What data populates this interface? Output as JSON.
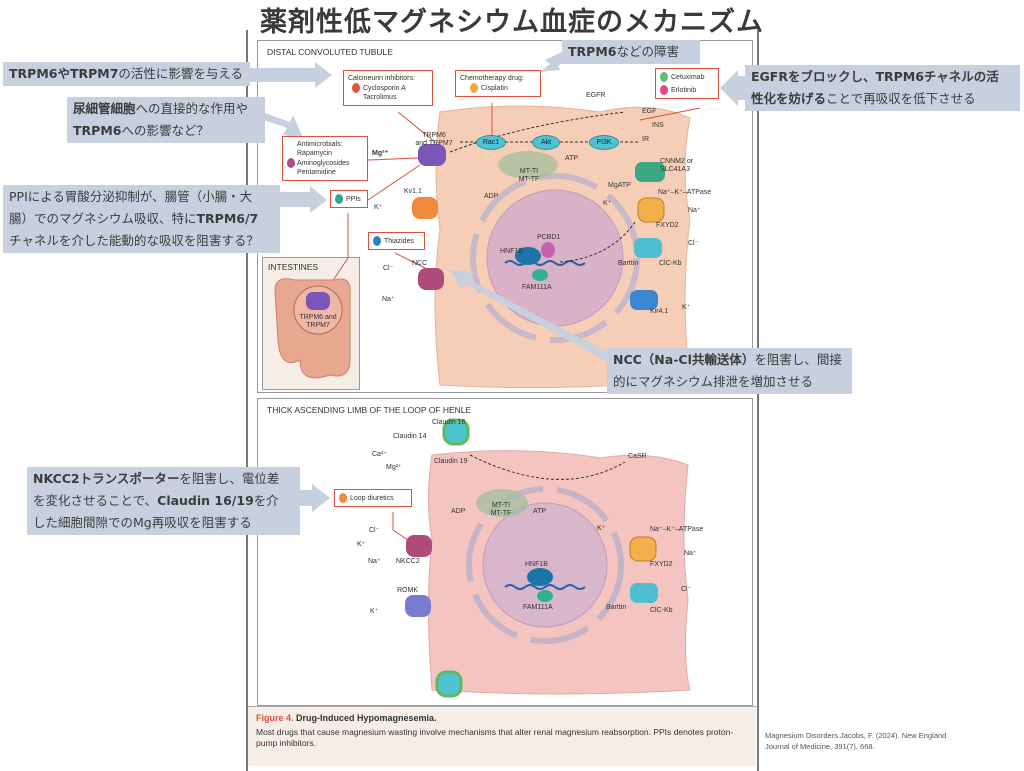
{
  "title": "薬剤性低マグネシウム血症のメカニズム",
  "callouts": {
    "trpm_activity": [
      {
        "t": "TRPM6やTRPM7",
        "b": true
      },
      {
        "t": "の活性に影響を与える",
        "b": false
      }
    ],
    "tubule_direct": [
      {
        "t": "尿細管細胞",
        "b": true
      },
      {
        "t": "への直接的な作用や",
        "b": false
      },
      {
        "t": "TRPM6",
        "b": true
      },
      {
        "t": "への影響など？",
        "b": false
      }
    ],
    "ppi": [
      {
        "t": "PPIによる胃酸分泌抑制が、腸管（小腸・大",
        "b": false
      },
      {
        "t": "腸）でのマグネシウム吸収、特に",
        "b": false
      },
      {
        "t": "TRPM6/7",
        "b": true
      },
      {
        "t": "チャネルを介した能動的な吸収を阻害する？",
        "b": false
      }
    ],
    "trpm6_damage": [
      {
        "t": "TRPM6",
        "b": true
      },
      {
        "t": "などの障害",
        "b": false
      }
    ],
    "egfr": [
      {
        "t": "EGFRをブロックし、TRPM6チャネルの活",
        "b": true
      },
      {
        "t": "性化を妨げる",
        "b": true
      },
      {
        "t": "ことで再吸収を低下させる",
        "b": false
      }
    ],
    "ncc": [
      {
        "t": "NCC（Na-Cl共輸送体）",
        "b": true
      },
      {
        "t": "を阻害し、間接",
        "b": false
      },
      {
        "t": "的にマグネシウム排泄を増加させる",
        "b": false
      }
    ],
    "nkcc2": [
      {
        "t": "NKCC2トランスポーター",
        "b": true
      },
      {
        "t": "を阻害し、電位差",
        "b": false
      },
      {
        "t": "を変化させることで、",
        "b": false
      },
      {
        "t": "Claudin 16/19",
        "b": true
      },
      {
        "t": "を介",
        "b": false
      },
      {
        "t": "した細胞間隙でのMg再吸収を阻害する",
        "b": false
      }
    ]
  },
  "dct": {
    "heading": "DISTAL CONVOLUTED TUBULE",
    "drugs": {
      "calcineurin": {
        "title": "Calcineurin inhibitors:",
        "items": [
          "Cyclosporin A",
          "Tacrolimus"
        ],
        "color": "#e2553d"
      },
      "chemo": {
        "title": "Chemotherapy drug:",
        "items": [
          "Cisplatin"
        ],
        "color": "#f2a93b"
      },
      "egfr": {
        "items": [
          "Cetuximab",
          "Erlotinib"
        ],
        "colors": [
          "#5fbf6a",
          "#e8467c"
        ]
      },
      "antimicrobials": {
        "title": "Antimicrobials:",
        "items": [
          "Rapamycin",
          "Aminoglycosides",
          "Pentamidine"
        ],
        "color": "#b04a86"
      },
      "ppis": {
        "items": [
          "PPIs"
        ],
        "color": "#2fa88f"
      },
      "thiazides": {
        "items": [
          "Thiazides"
        ],
        "color": "#2e7fc2"
      }
    },
    "labels": {
      "trpm": "TRPM6",
      "trpm2": "and TRPM7",
      "mg": "Mg²⁺",
      "rac1": "Rac1",
      "akt": "Akt",
      "pi3k": "PI3K",
      "egfr": "EGFR",
      "egf": "EGF",
      "ins": "INS",
      "ir": "IR",
      "atp": "ATP",
      "adp": "ADP",
      "mtti": "MT-TI",
      "mttf": "MT-TF",
      "cnnm": "CNNM2 or",
      "slc": "SLC41A3",
      "mgatp": "MgATP",
      "nka": "Na⁺–K⁺–ATPase",
      "k1": "K⁺",
      "na1": "Na⁺",
      "fxyd2": "FXYD2",
      "kv": "Kv1.1",
      "k2": "K⁺",
      "pcbd1": "PCBD1",
      "hnf1b": "HNF1B",
      "fam": "FAM111A",
      "barttin": "Barttin",
      "clckb": "ClC-Kb",
      "cl1": "Cl⁻",
      "ncc": "NCC",
      "cl2": "Cl⁻",
      "na2": "Na⁺",
      "kir": "Kir4.1",
      "k3": "K⁺"
    },
    "intestines": {
      "heading": "INTESTINES",
      "label1": "TRPM6 and",
      "label2": "TRPM7"
    }
  },
  "tal": {
    "heading": "THICK ASCENDING LIMB OF THE LOOP OF HENLE",
    "drugs": {
      "loop": {
        "items": [
          "Loop diuretics"
        ],
        "color": "#f08a3c"
      }
    },
    "labels": {
      "cl16": "Claudin 16",
      "cl14": "Claudin 14",
      "ca": "Ca²⁺",
      "mg": "Mg²⁺",
      "cl19": "Claudin 19",
      "casr": "CaSR",
      "adp": "ADP",
      "mtti": "MT-TI",
      "mttf": "MT-TF",
      "atp": "ATP",
      "cl": "Cl⁻",
      "k": "K⁺",
      "na": "Na⁺",
      "nkcc2": "NKCC2",
      "romk": "ROMK",
      "k2": "K⁺",
      "hnf1b": "HNF1B",
      "fam": "FAM111A",
      "k3": "K⁺",
      "nka": "Na⁺–K⁺–ATPase",
      "na2": "Na⁺",
      "fxyd2": "FXYD2",
      "barttin": "Barttin",
      "clckb": "ClC-Kb",
      "cl2": "Cl⁻"
    }
  },
  "caption": {
    "fig": "Figure 4.",
    "title": "Drug-Induced Hypomagnesemia.",
    "text": "Most drugs that cause magnesium wasting involve mechanisms that alter renal magnesium reabsorption. PPIs denotes proton-pump inhibitors."
  },
  "citation": "Magnesium Disorders.Jacobs, F. (2024). New England Journal of Medicine, 391(7), 668."
}
